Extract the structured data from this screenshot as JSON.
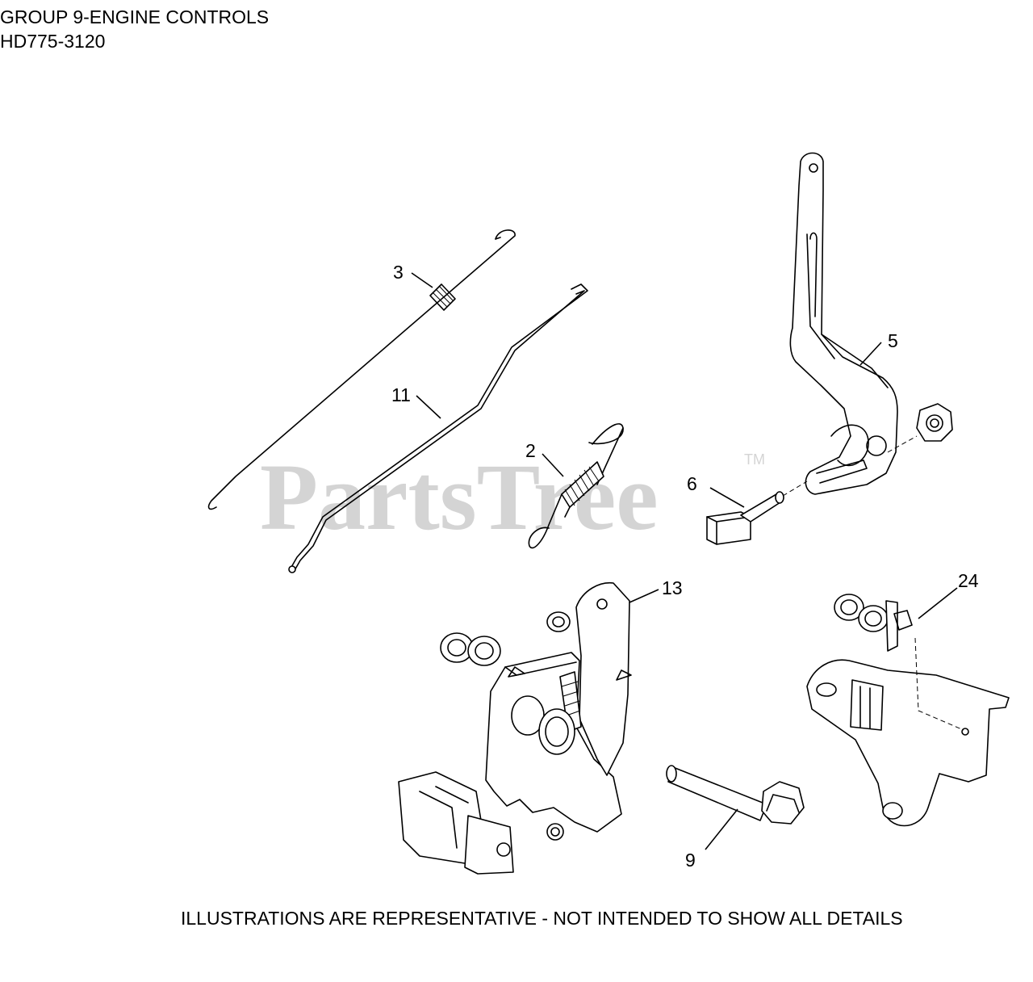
{
  "header": {
    "title": "GROUP 9-ENGINE CONTROLS",
    "model": "HD775-3120"
  },
  "watermark": {
    "text": "PartsTree",
    "trademark": "TM"
  },
  "callouts": {
    "c3": "3",
    "c11": "11",
    "c2": "2",
    "c5": "5",
    "c6": "6",
    "c13": "13",
    "c24": "24",
    "c9": "9"
  },
  "footer": {
    "disclaimer": "ILLUSTRATIONS ARE REPRESENTATIVE - NOT INTENDED TO SHOW ALL DETAILS"
  }
}
